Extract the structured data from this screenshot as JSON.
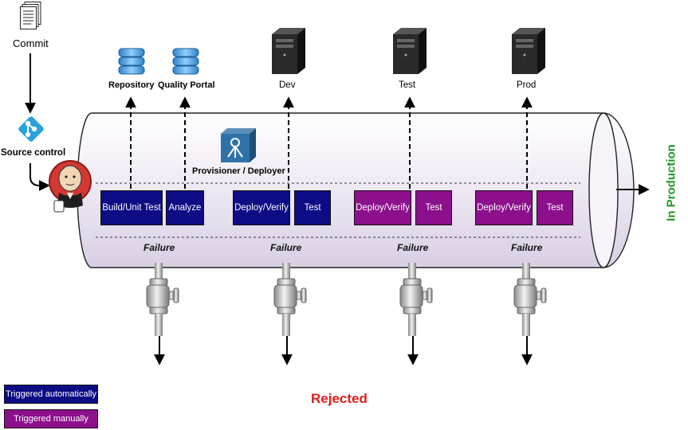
{
  "source": {
    "commit_label": "Commit",
    "source_control_label": "Source control"
  },
  "targets": {
    "repository": "Repository",
    "quality_portal": "Quality Portal",
    "dev": "Dev",
    "test": "Test",
    "prod": "Prod"
  },
  "provisioner_label": "Provisioner / Deployer",
  "stages": [
    {
      "label": "Build/Unit Test",
      "trigger": "auto"
    },
    {
      "label": "Analyze",
      "trigger": "auto"
    },
    {
      "label": "Deploy/Verify",
      "trigger": "auto"
    },
    {
      "label": "Test",
      "trigger": "auto"
    },
    {
      "label": "Deploy/Verify",
      "trigger": "manual"
    },
    {
      "label": "Test",
      "trigger": "manual"
    },
    {
      "label": "Deploy/Verify",
      "trigger": "manual"
    },
    {
      "label": "Test",
      "trigger": "manual"
    }
  ],
  "failure_label": "Failure",
  "in_production_label": "In Production",
  "rejected_label": "Rejected",
  "legend": {
    "auto": "Triggered automatically",
    "manual": "Triggered manually"
  },
  "colors": {
    "auto": "#0d0c85",
    "manual": "#8c0f8c",
    "rejected": "#e01b1b",
    "in_production": "#1f9a1f",
    "pipe_fill": "#ece6f2",
    "git": "#29a1da",
    "server": "#222222",
    "database": "#4a9fe0"
  }
}
